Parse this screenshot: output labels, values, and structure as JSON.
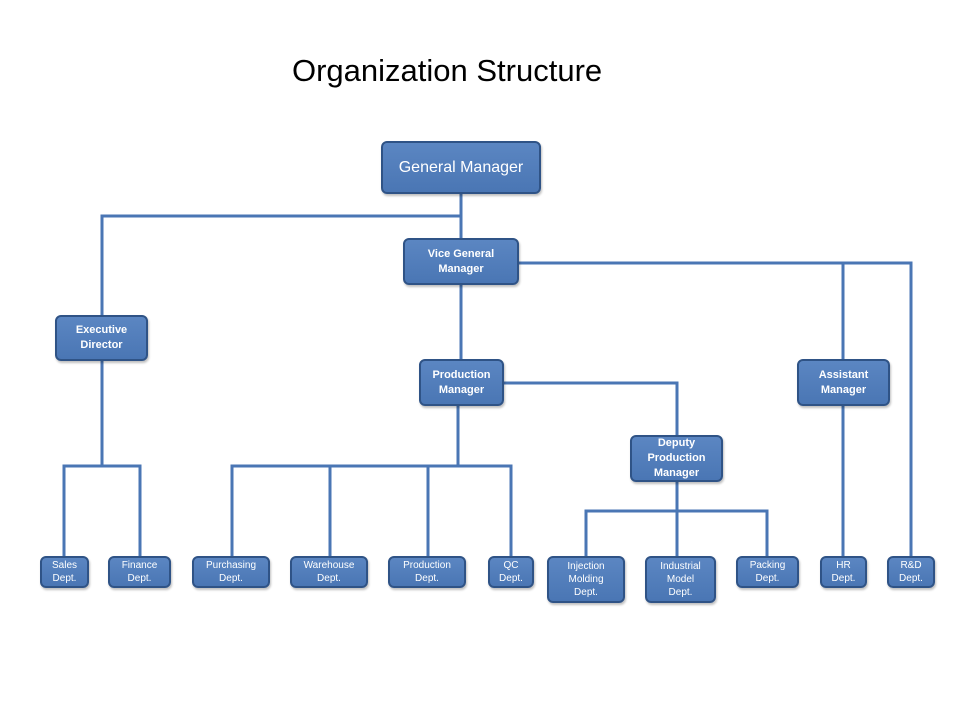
{
  "title": "Organization Structure",
  "colors": {
    "node_fill": "#4f7bbb",
    "node_border": "#2f5386",
    "connector": "#4a76b4",
    "text": "#ffffff"
  },
  "nodes": {
    "general_manager": "General Manager",
    "vice_general_manager": "Vice General\nManager",
    "executive_director": "Executive\nDirector",
    "production_manager": "Production\nManager",
    "assistant_manager": "Assistant\nManager",
    "deputy_production_manager": "Deputy\nProduction\nManager",
    "sales_dept": "Sales\nDept.",
    "finance_dept": "Finance\nDept.",
    "purchasing_dept": "Purchasing\nDept.",
    "warehouse_dept": "Warehouse\nDept.",
    "production_dept": "Production\nDept.",
    "qc_dept": "QC\nDept.",
    "injection_molding_dept": "Injection\nMolding\nDept.",
    "industrial_model_dept": "Industrial\nModel\nDept.",
    "packing_dept": "Packing\nDept.",
    "hr_dept": "HR\nDept.",
    "rd_dept": "R&D\nDept."
  }
}
